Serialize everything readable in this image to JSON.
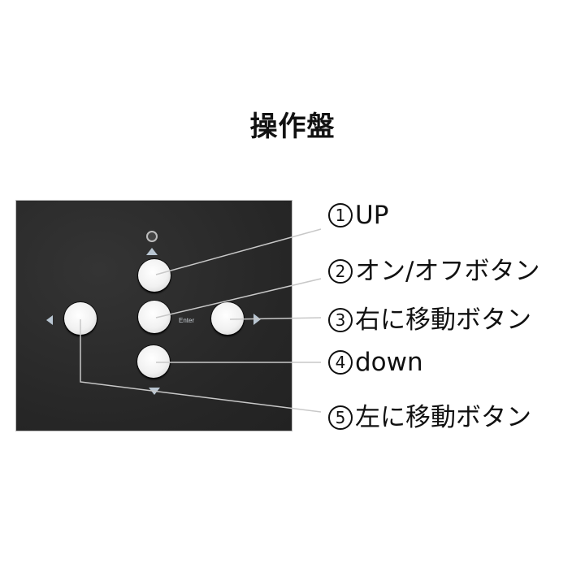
{
  "title": "操作盤",
  "panel": {
    "background": "#2b2b2b",
    "enter_label": "Enter",
    "indicator": "power-led"
  },
  "callouts": [
    {
      "num": "1",
      "text": "UP"
    },
    {
      "num": "2",
      "text": "オン/オフボタン"
    },
    {
      "num": "3",
      "text": "右に移動ボタン"
    },
    {
      "num": "4",
      "text": "down"
    },
    {
      "num": "5",
      "text": "左に移動ボタン"
    }
  ],
  "icons": {
    "up": "triangle-up",
    "down": "triangle-down",
    "left": "triangle-left",
    "right": "triangle-right"
  },
  "colors": {
    "text": "#111111",
    "arrow": "#b9c6d2",
    "line": "#c8c8c8"
  }
}
